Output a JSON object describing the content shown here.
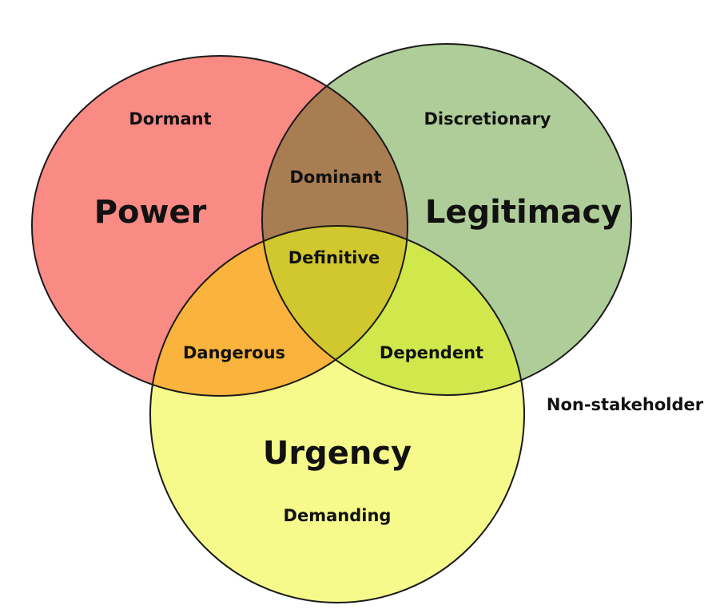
{
  "diagram": {
    "sets": [
      {
        "id": "power",
        "label": "Power",
        "color": "#f98a84"
      },
      {
        "id": "legitimacy",
        "label": "Legitimacy",
        "color": "#afcd98"
      },
      {
        "id": "urgency",
        "label": "Urgency",
        "color": "#f5fa8a"
      }
    ],
    "regions": {
      "dormant": "Dormant",
      "discretionary": "Discretionary",
      "demanding": "Demanding",
      "dominant": "Dominant",
      "dangerous": "Dangerous",
      "dependent": "Dependent",
      "definitive": "Definitive",
      "non_stakeholder": "Non-stakeholder"
    },
    "overlap_colors": {
      "power_legitimacy": "#a97d52",
      "power_urgency": "#fab33c",
      "legitimacy_urgency": "#d0e84c",
      "all": "#d1c72e"
    }
  }
}
